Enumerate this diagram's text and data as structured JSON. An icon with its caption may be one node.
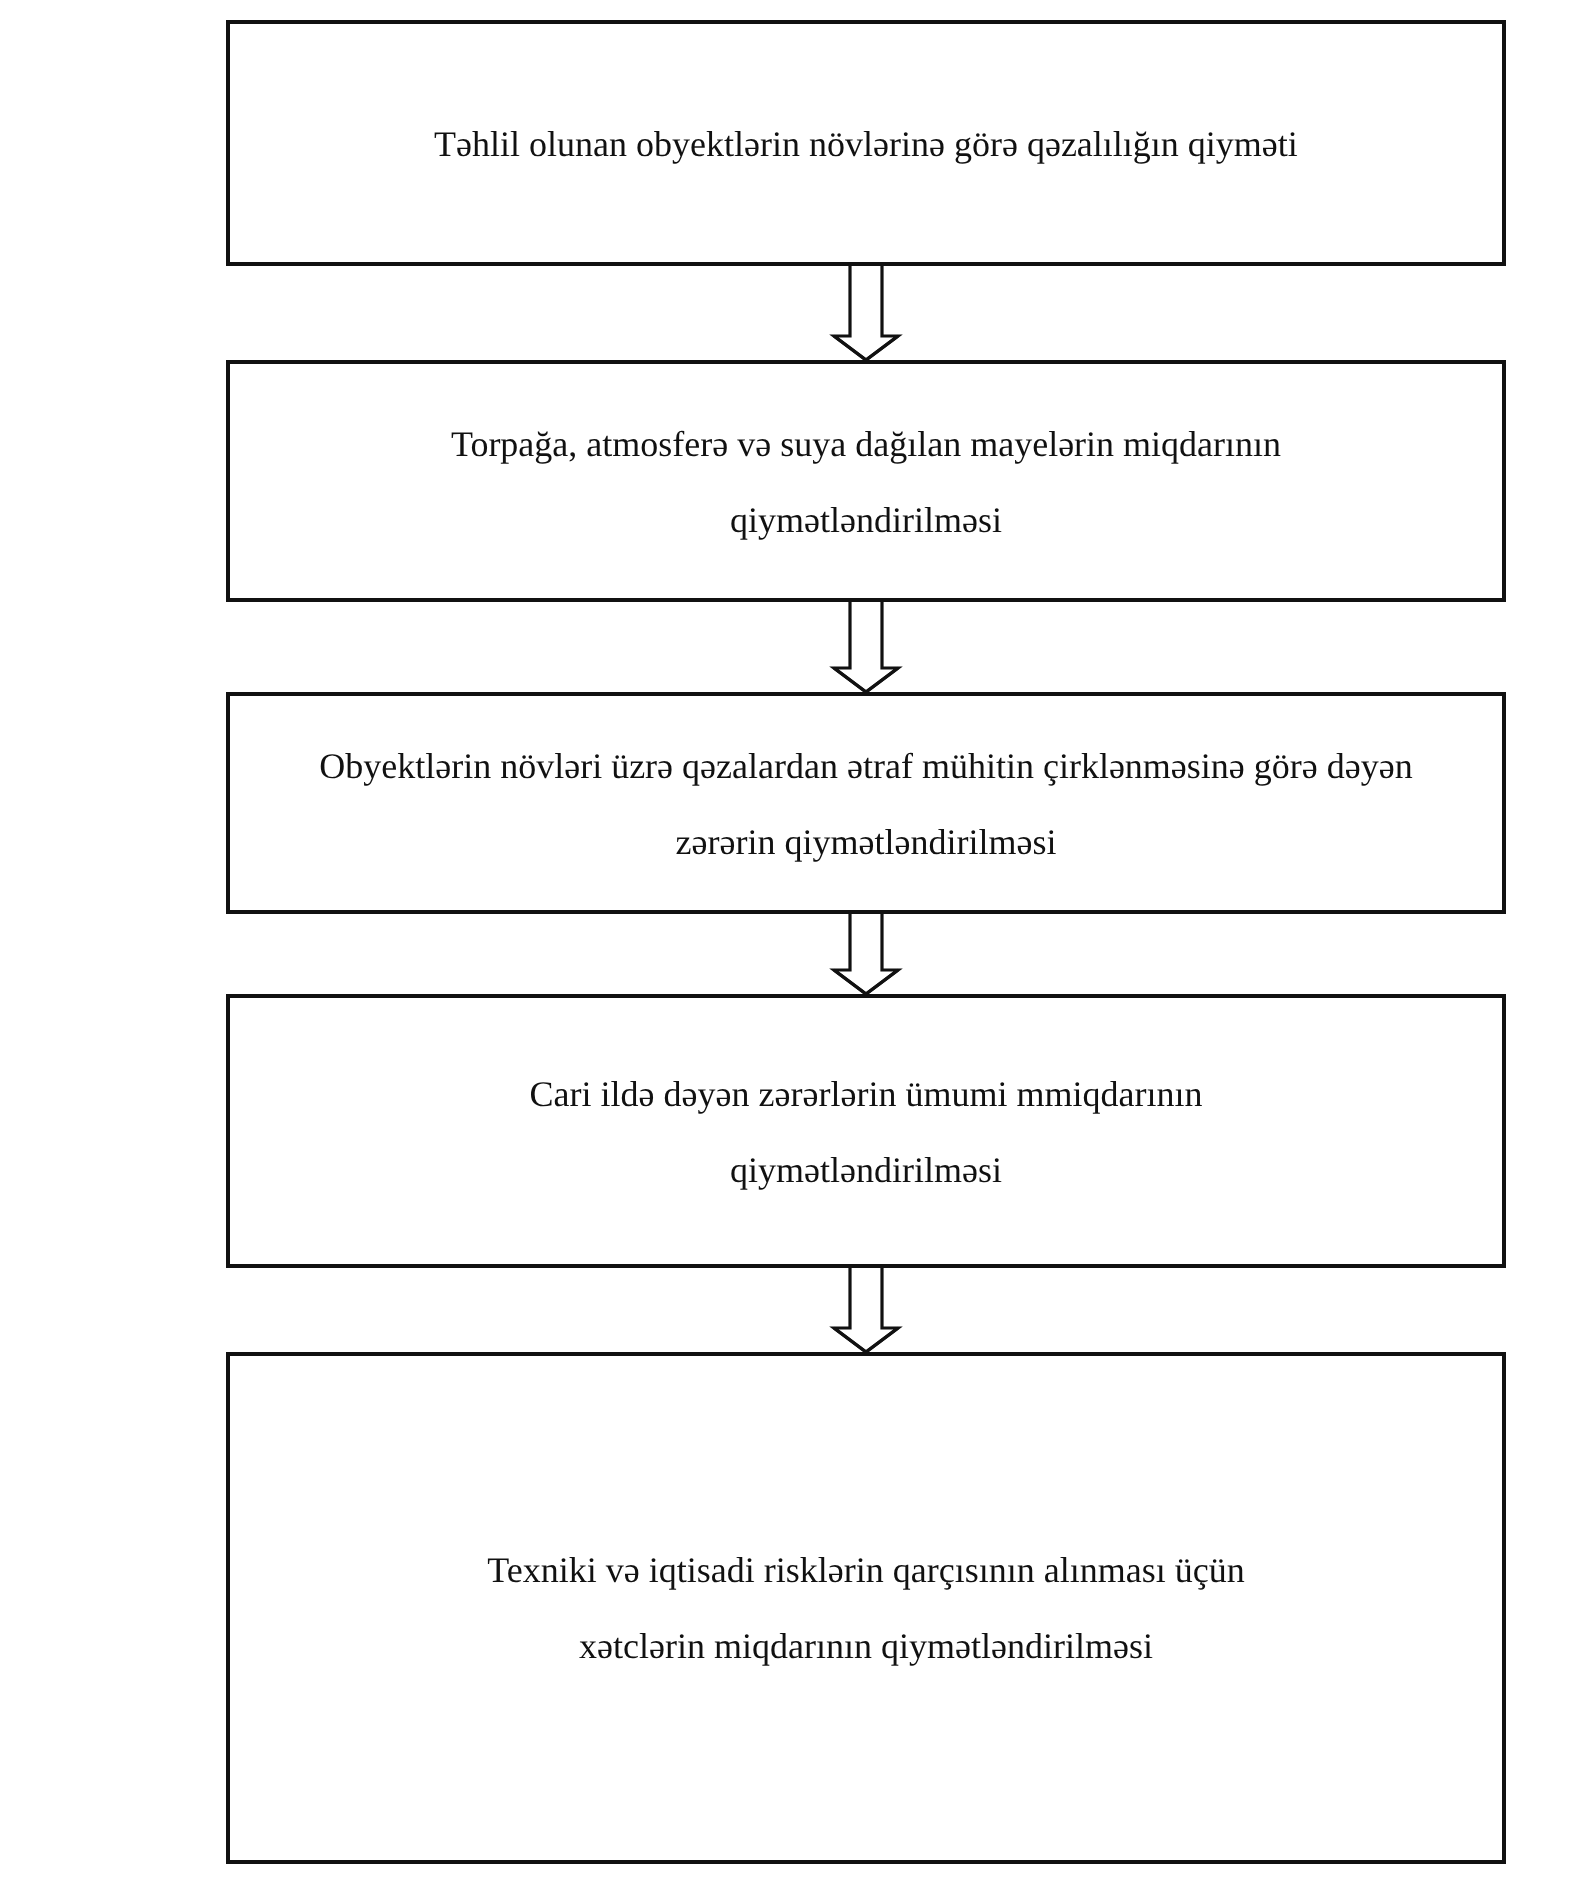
{
  "diagram": {
    "nodes": [
      {
        "text": [
          "Təhlil olunan obyektlərin növlərinə görə qəzalılığın qiyməti"
        ]
      },
      {
        "text": [
          "Torpağa, atmosferə və suya dağılan mayelərin miqdarının qiymətləndirilməsi"
        ]
      },
      {
        "text": [
          "Obyektlərin növləri üzrə qəzalardan ətraf mühitin çirklənməsinə görə dəyən zərərin qiymətləndirilməsi"
        ]
      },
      {
        "text": [
          "Cari ildə dəyən zərərlərin ümumi mmiqdarının qiymətləndirilməsi"
        ]
      },
      {
        "text": [
          "Texniki və iqtisadi risklərin qarçısının alınması üçün xətclərin miqdarının qiymətləndirilməsi"
        ]
      }
    ],
    "edges": [
      {
        "from": 0,
        "to": 1,
        "arrow": "to"
      },
      {
        "from": 1,
        "to": 2,
        "arrow": "to"
      },
      {
        "from": 2,
        "to": 3,
        "arrow": "to"
      },
      {
        "from": 3,
        "to": 4,
        "arrow": "to"
      }
    ]
  }
}
